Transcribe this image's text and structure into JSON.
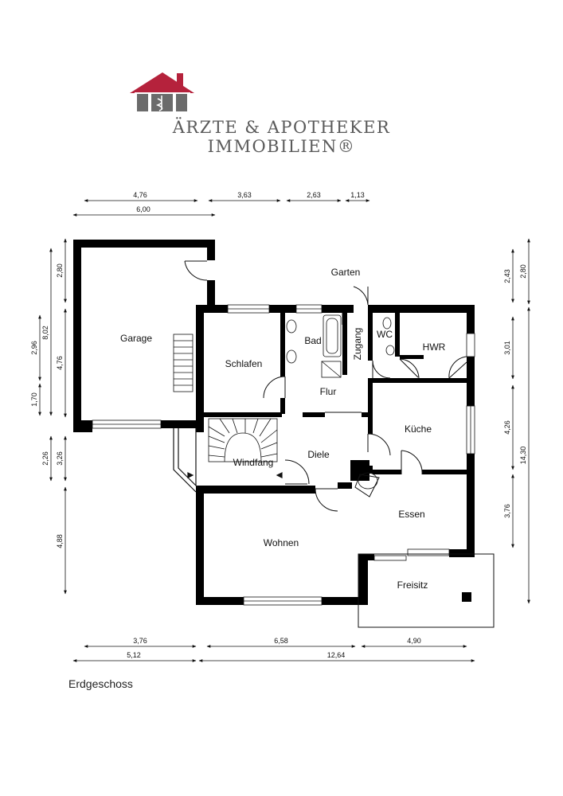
{
  "brand": {
    "line1": "ÄRZTE & APOTHEKER",
    "line2": "IMMOBILIEN®",
    "colors": {
      "roof": "#b5223c",
      "house": "#6b6b6b",
      "text": "#5a5a5a"
    }
  },
  "floor": "Erdgeschoss",
  "rooms": {
    "garage": "Garage",
    "garten": "Garten",
    "schlafen": "Schlafen",
    "bad": "Bad",
    "zugang": "Zugang",
    "wc": "WC",
    "hwr": "HWR",
    "flur": "Flur",
    "kueche": "Küche",
    "windfang": "Windfang",
    "diele": "Diele",
    "essen": "Essen",
    "wohnen": "Wohnen",
    "freisitz": "Freisitz"
  },
  "dimensions": {
    "top": [
      "4,76",
      "3,63",
      "2,63",
      "1,13",
      "6,00"
    ],
    "bottom": [
      "3,76",
      "6,58",
      "4,90",
      "5,12",
      "12,64"
    ],
    "left_outer": [
      "2,80",
      "8,02",
      "4,76",
      "3,26",
      "4,88"
    ],
    "left_inner": [
      "2,96",
      "1,70",
      "2,26"
    ],
    "right_inner": [
      "2,43",
      "3,01",
      "4,26",
      "3,76"
    ],
    "right_outer": [
      "2,80",
      "14,30"
    ]
  }
}
